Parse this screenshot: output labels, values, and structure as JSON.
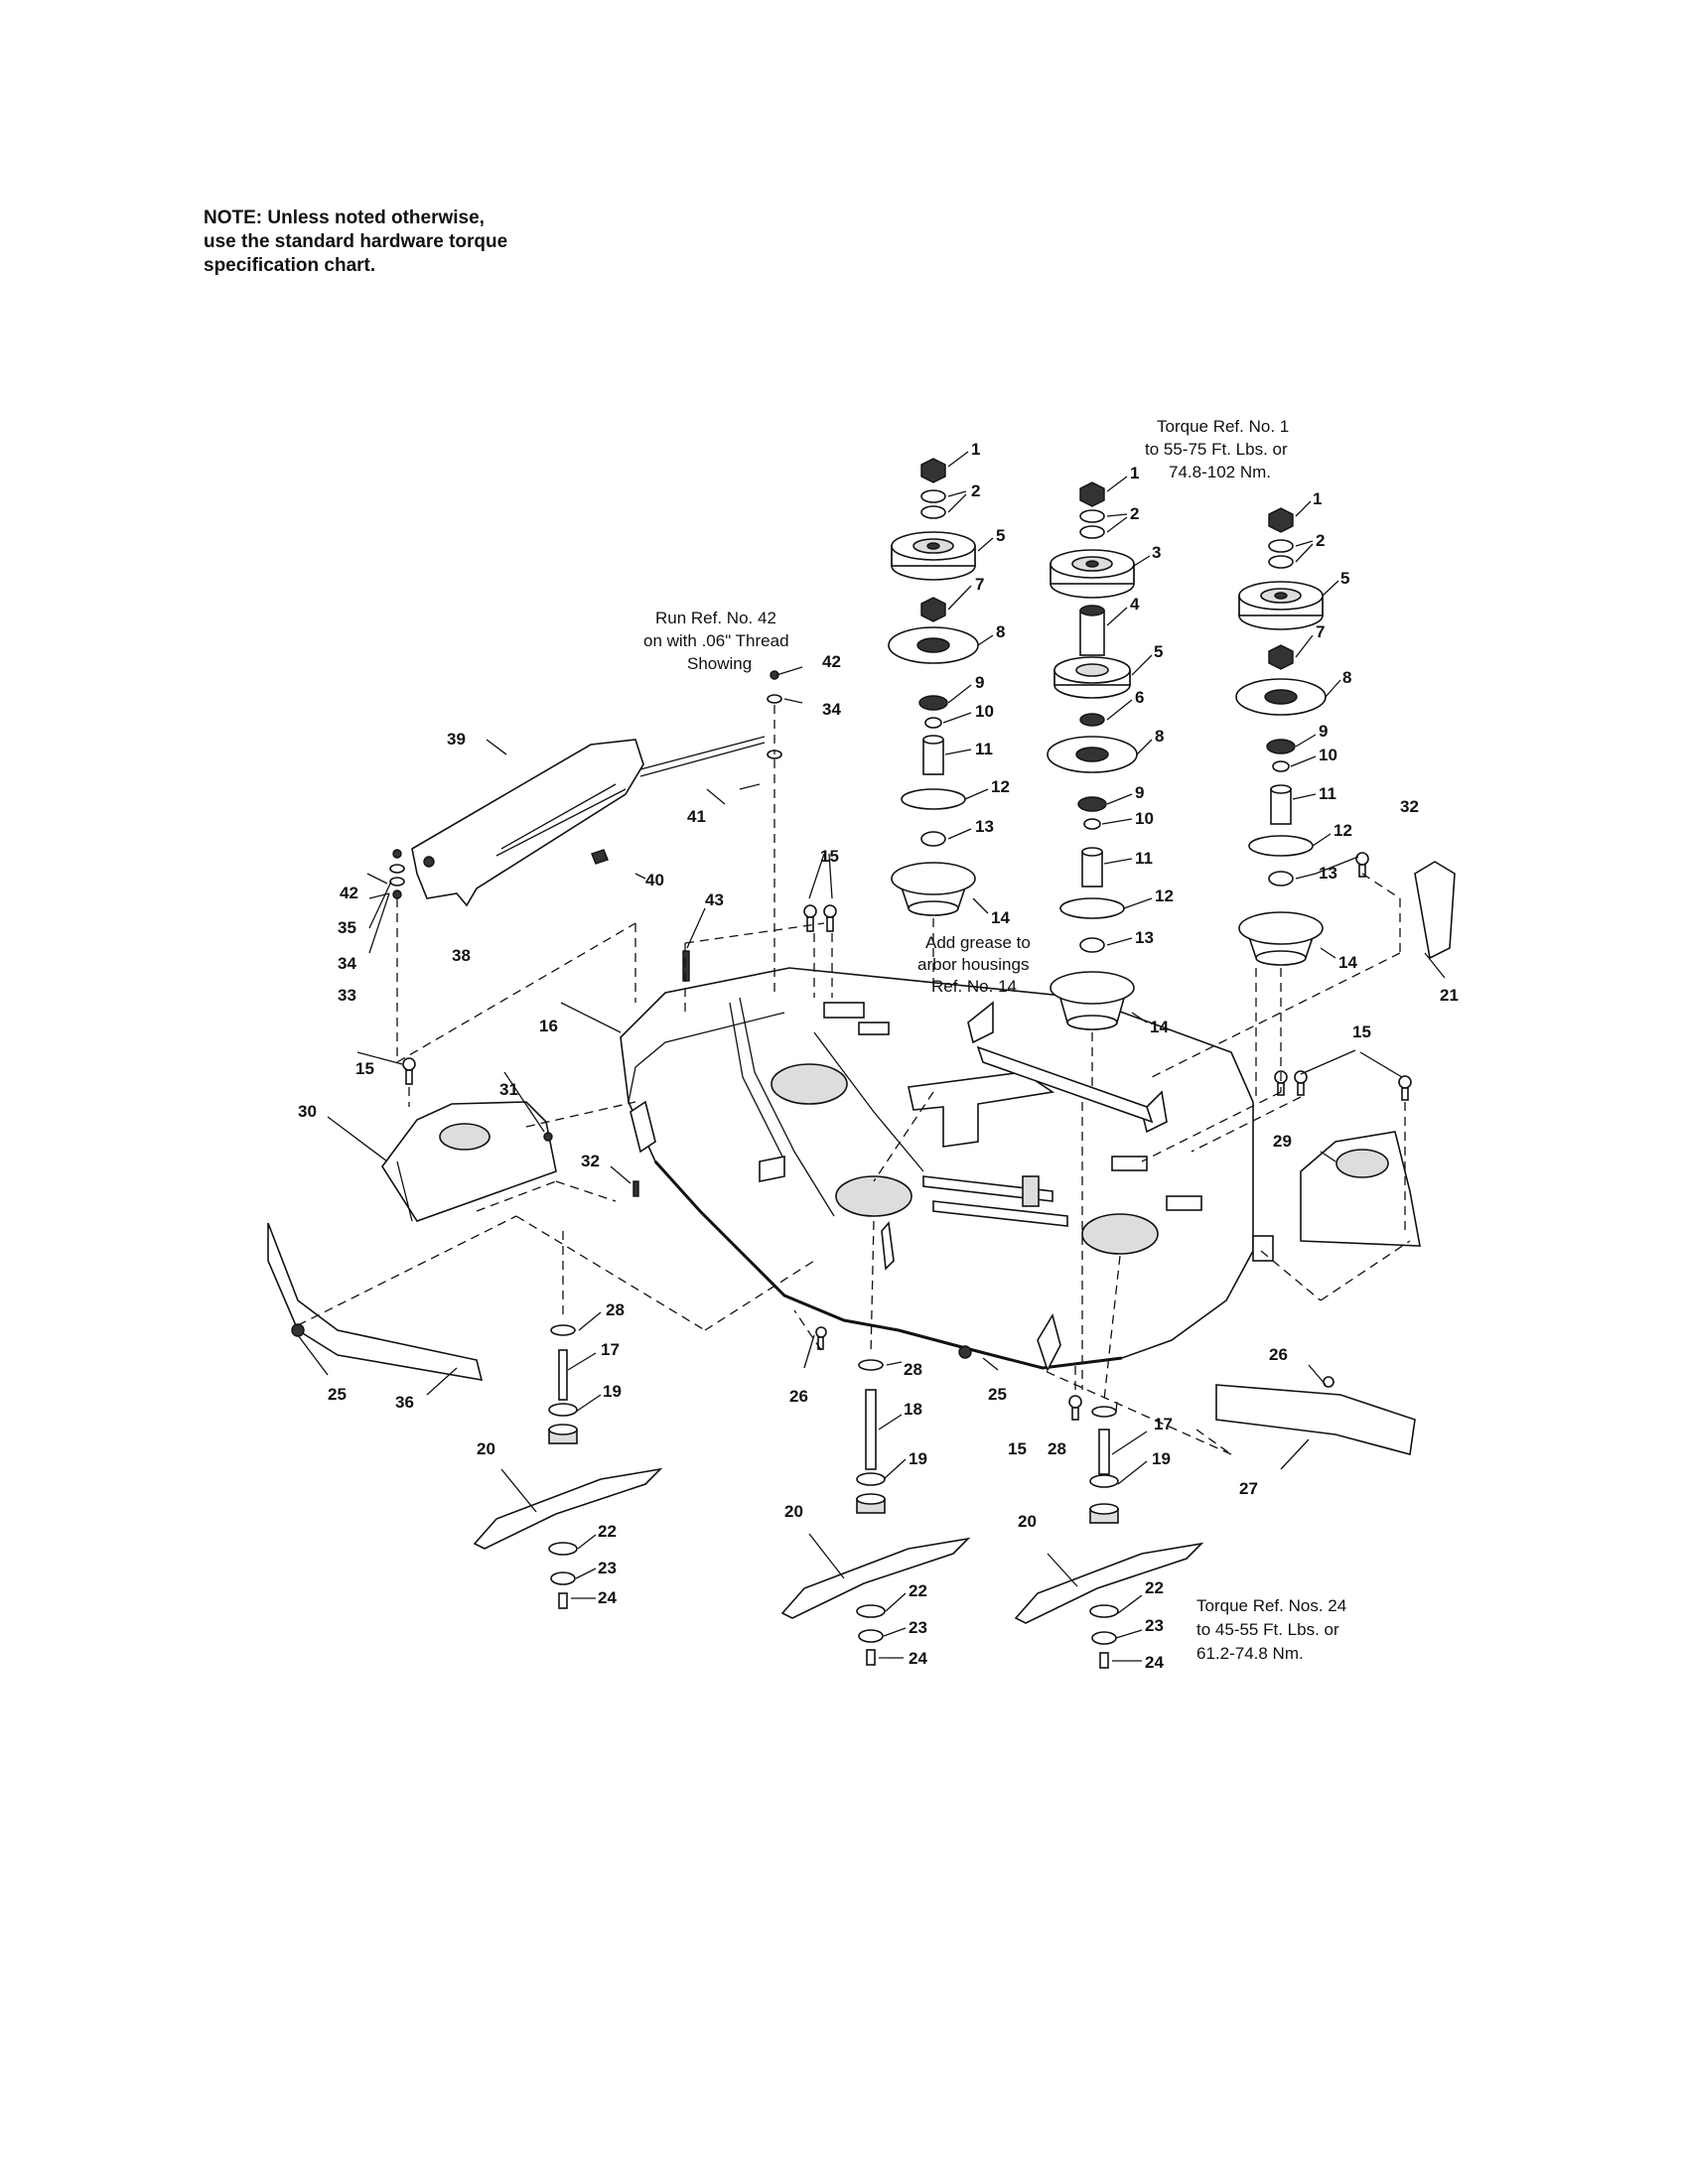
{
  "note": {
    "lines": [
      "NOTE: Unless noted otherwise,",
      "use the standard hardware torque",
      "specification chart."
    ]
  },
  "annotations": {
    "torque_ref_1": [
      "Torque Ref. No. 1",
      "to 55-75 Ft. Lbs. or",
      "74.8-102 Nm."
    ],
    "run_ref_42": [
      "Run Ref. No. 42",
      "on with .06\" Thread",
      "Showing"
    ],
    "grease": [
      "Add grease to",
      "arbor housings",
      "Ref. No. 14"
    ],
    "torque_ref_24": [
      "Torque Ref. Nos. 24",
      "to 45-55 Ft. Lbs. or",
      "61.2-74.8 Nm."
    ]
  },
  "callouts": {
    "left_spindle_stack": [
      "1",
      "2",
      "5",
      "7",
      "8",
      "9",
      "10",
      "11",
      "12",
      "13",
      "14"
    ],
    "center_spindle_stack": [
      "1",
      "2",
      "3",
      "4",
      "5",
      "6",
      "8",
      "9",
      "10",
      "11",
      "12",
      "13",
      "14"
    ],
    "right_spindle_stack": [
      "1",
      "2",
      "5",
      "7",
      "8",
      "9",
      "10",
      "11",
      "12",
      "13",
      "14"
    ],
    "blade_assembly": [
      "28",
      "17",
      "18",
      "19",
      "20",
      "22",
      "23",
      "24"
    ],
    "deck_hardware": [
      "15",
      "16",
      "21",
      "25",
      "26",
      "27",
      "29",
      "30",
      "31",
      "32",
      "33",
      "34",
      "35",
      "36",
      "38",
      "39",
      "40",
      "41",
      "42",
      "43"
    ]
  }
}
